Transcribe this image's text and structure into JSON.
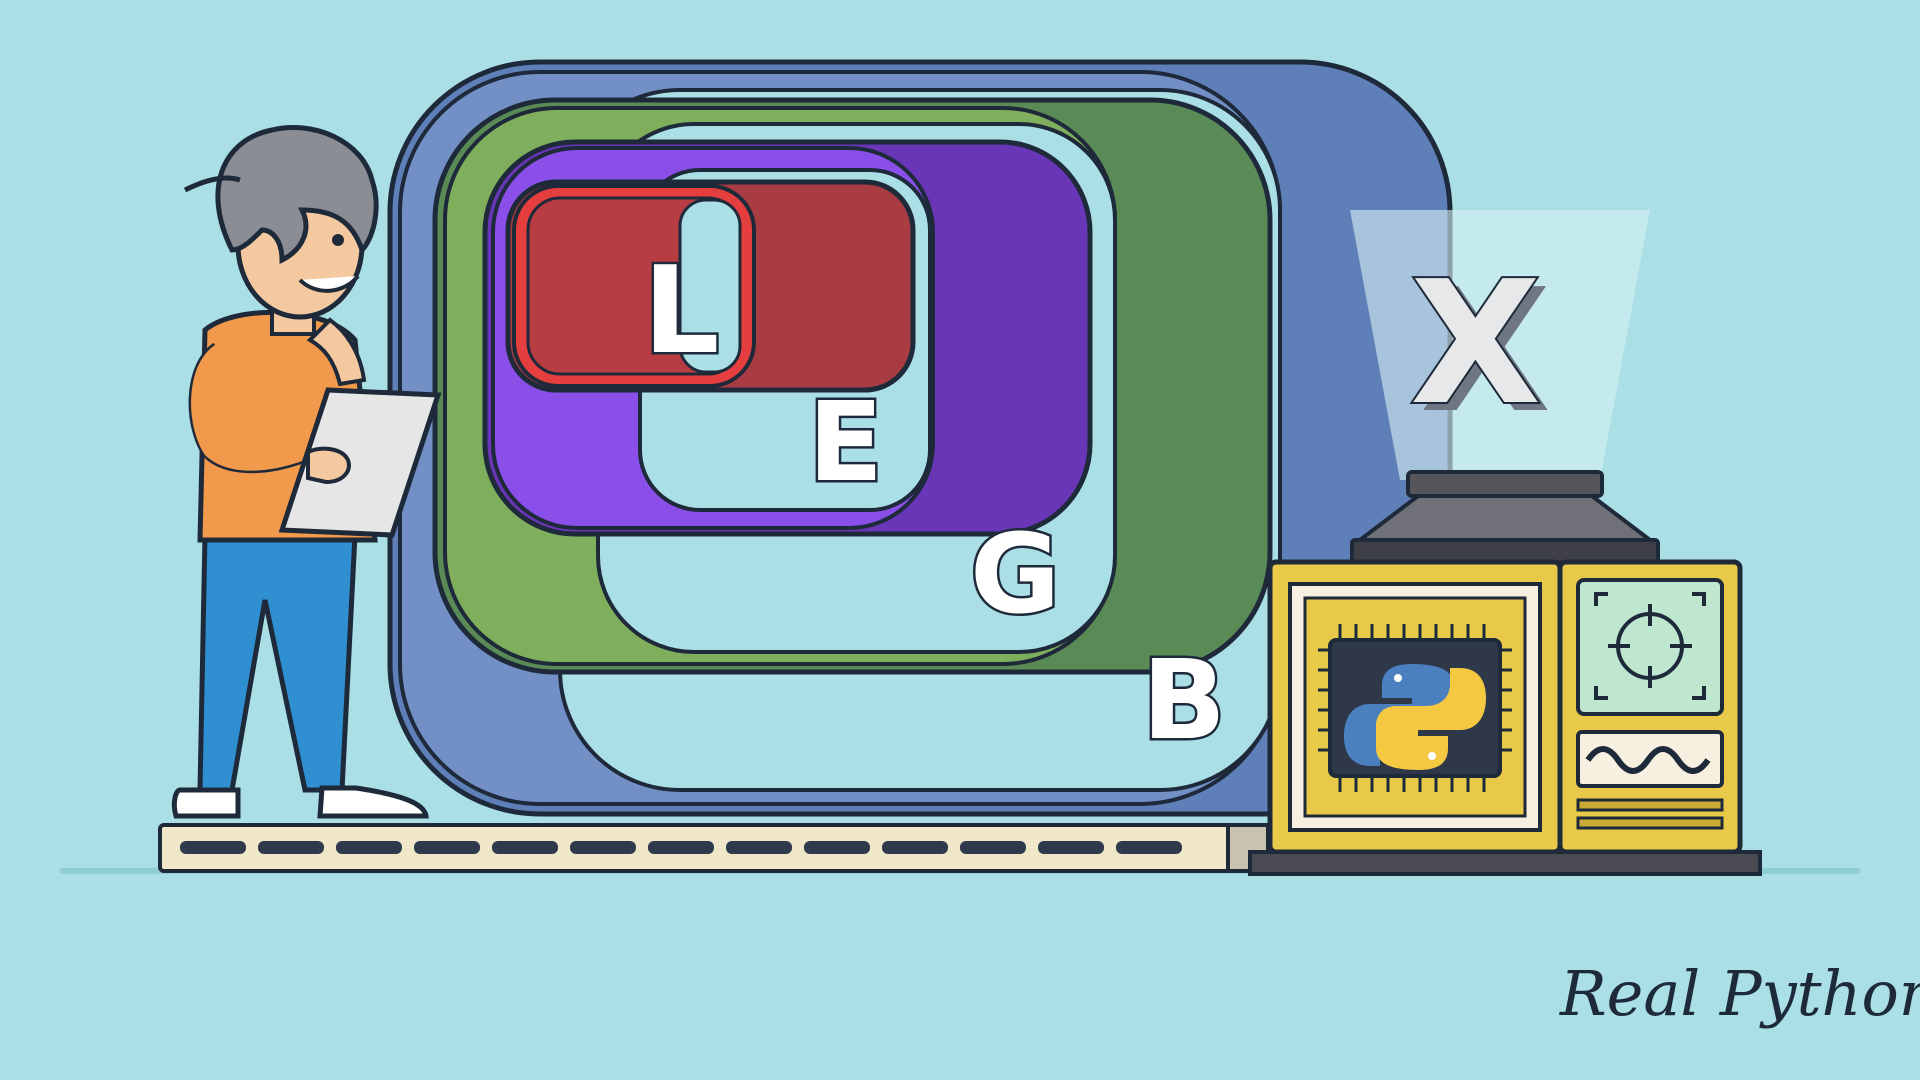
{
  "scopes": {
    "local_letter": "L",
    "enclosing_letter": "E",
    "global_letter": "G",
    "builtin_letter": "B",
    "excluded_letter": "X"
  },
  "brand": {
    "name": "Real Python"
  },
  "colors": {
    "background": "#a9dfe5",
    "local": "#e53e3e",
    "enclosing": "#7b3fd6",
    "global": "#7fae5c",
    "builtin": "#5f7fb8",
    "chip": "#e8c94a",
    "outline": "#1e2a3a"
  },
  "icons": {
    "chip": "python-logo-icon",
    "target": "crosshair-icon",
    "wave": "sine-wave-icon",
    "person": "person-with-clipboard-illustration"
  }
}
